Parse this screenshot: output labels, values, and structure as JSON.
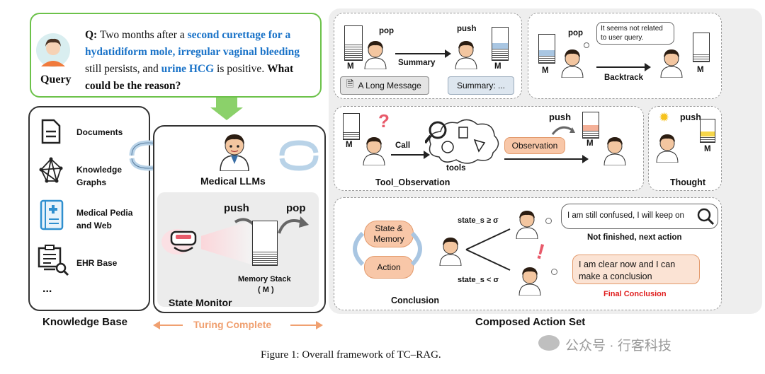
{
  "query": {
    "label": "Query",
    "q_prefix": "Q:",
    "t1": "Two months after a",
    "h1": "second curettage for",
    "h2": "a hydatidiform mole, irregular vaginal",
    "h3": "bleeding",
    "t2": "still persists, and",
    "h4": "urine HCG",
    "t3": "is",
    "t4": "positive.",
    "question": "What could be the reason?"
  },
  "knowledge_base": {
    "title": "Knowledge Base",
    "items": [
      "Documents",
      "Knowledge Graphs",
      "Medical Pedia and Web",
      "EHR Base",
      "..."
    ]
  },
  "center": {
    "llm_label": "Medical LLMs",
    "push": "push",
    "pop": "pop",
    "stack_label": "Memory Stack",
    "stack_sub": "( M )",
    "monitor_label": "State Monitor",
    "turing": "Turing Complete"
  },
  "summary_panel": {
    "pop": "pop",
    "push": "push",
    "summary": "Summary",
    "m": "M",
    "long_msg": "A Long Message",
    "summary_box": "Summary: ..."
  },
  "backtrack_panel": {
    "pop": "pop",
    "bubble": "It seems not related to user query.",
    "backtrack": "Backtrack",
    "m": "M"
  },
  "tool_panel": {
    "call": "Call",
    "tools": "tools",
    "push": "push",
    "observation": "Observation",
    "title": "Tool_Observation",
    "m": "M"
  },
  "thought_panel": {
    "push": "push",
    "title": "Thought",
    "m": "M"
  },
  "conclusion_panel": {
    "state_memory": "State & Memory",
    "action": "Action",
    "cond1": "state_s ≥ σ",
    "cond2": "state_s < σ",
    "bubble1": "I am still confused, I will keep on",
    "next": "Not finished, next action",
    "bubble2": "I am clear now and I can make a conclusion",
    "final": "Final Conclusion",
    "title": "Conclusion"
  },
  "composed_title": "Composed Action Set",
  "caption": "Figure 1: Overall framework of TC–RAG.",
  "watermark": "公众号 · 行客科技",
  "colors": {
    "highlight_blue": "#1a73c8",
    "query_border": "#6cc24a",
    "arrow_green": "#8bd16a",
    "orange": "#f0a070",
    "final_red": "#e02020"
  }
}
